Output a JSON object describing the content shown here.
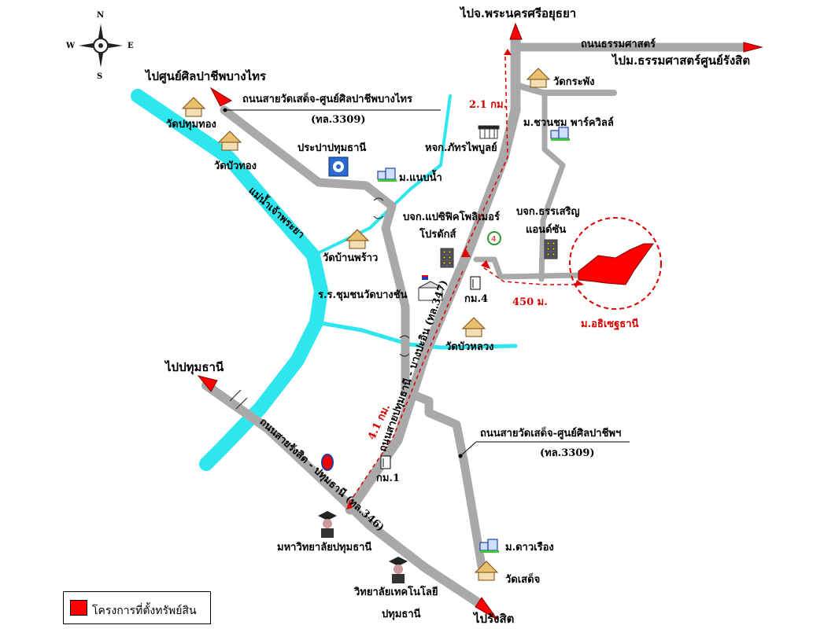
{
  "colors": {
    "road": "#a9a9a9",
    "river": "#2ee6ee",
    "arrow": "#e00000",
    "project": "#ff0000",
    "distance": "#d40000"
  },
  "compass": {
    "n": "N",
    "s": "S",
    "e": "E",
    "w": "W"
  },
  "labels": {
    "to_ayutthaya": "ไปจ.พระนครศรีอยุธยา",
    "thammasat_road": "ถนนธรรมศาสตร์",
    "to_thammasat": "ไปม.ธรรมศาสตร์ศูนย์รังสิต",
    "to_bangsai": "ไปศูนย์ศิลปาชีพบางไทร",
    "road_3309_top": "ถนนสายวัดเสด็จ-ศูนย์ศิลปาชีพบางไทร",
    "road_3309_top_code": "(ทล.3309)",
    "wat_pathum_thong": "วัดปทุมทอง",
    "wat_bua_thong": "วัดบัวทอง",
    "chao_phraya": "แม่น้ำเจ้าพระยา",
    "waterworks": "ประปาปทุมธานี",
    "mu_naenam": "ม.แนบน้ำ",
    "pathai_bunlue": "หจก.ภัทรไพบูลย์",
    "wat_krapang": "วัดกระพัง",
    "mu_chuanchom": "ม.ชวนชม พาร์ควิลล์",
    "pacific": "บจก.แปซิฟิคโพลิเมอร์",
    "pacific2": "โปรดักส์",
    "thanacharoen": "บจก.ธรรเสริญ",
    "thanacharoen2": "แอนด์ซัน",
    "wat_ban_phrao": "วัดบ้านพร้าว",
    "school": "ร.ร.ชุมชนวัดบางชัน",
    "km4": "กม.4",
    "wat_bua_luang": "วัดบัวหลวง",
    "mu_project": "ม.อธิเซฐธานี",
    "to_pathumthani": "ไปปทุมธานี",
    "road_3309_mid": "ถนนสายวัดเสด็จ-ศูนย์ศิลปาชีพฯ",
    "road_3309_mid_code": "(ทล.3309)",
    "km1": "กม.1",
    "road_347": "ถนนสายปทุมธานี - บางปะอิน (ทล.347)",
    "road_346": "ถนนสายรังสิต - ปทุมธานี (ทล.346)",
    "pathumthani_university": "มหาวิทยาลัยปทุมธานี",
    "mu_dao_rueang": "ม.ดาวเรือง",
    "wat_sadet": "วัดเสด็จ",
    "college": "วิทยาลัยเทคโนโลยี",
    "college2": "ปทุมธานี",
    "to_rangsit": "ไปรังสิต",
    "dist_21": "2.1 กม.",
    "dist_450": "450 ม.",
    "dist_41": "4.1 กม."
  },
  "legend": {
    "label": "โครงการที่ตั้งทรัพย์สิน"
  }
}
